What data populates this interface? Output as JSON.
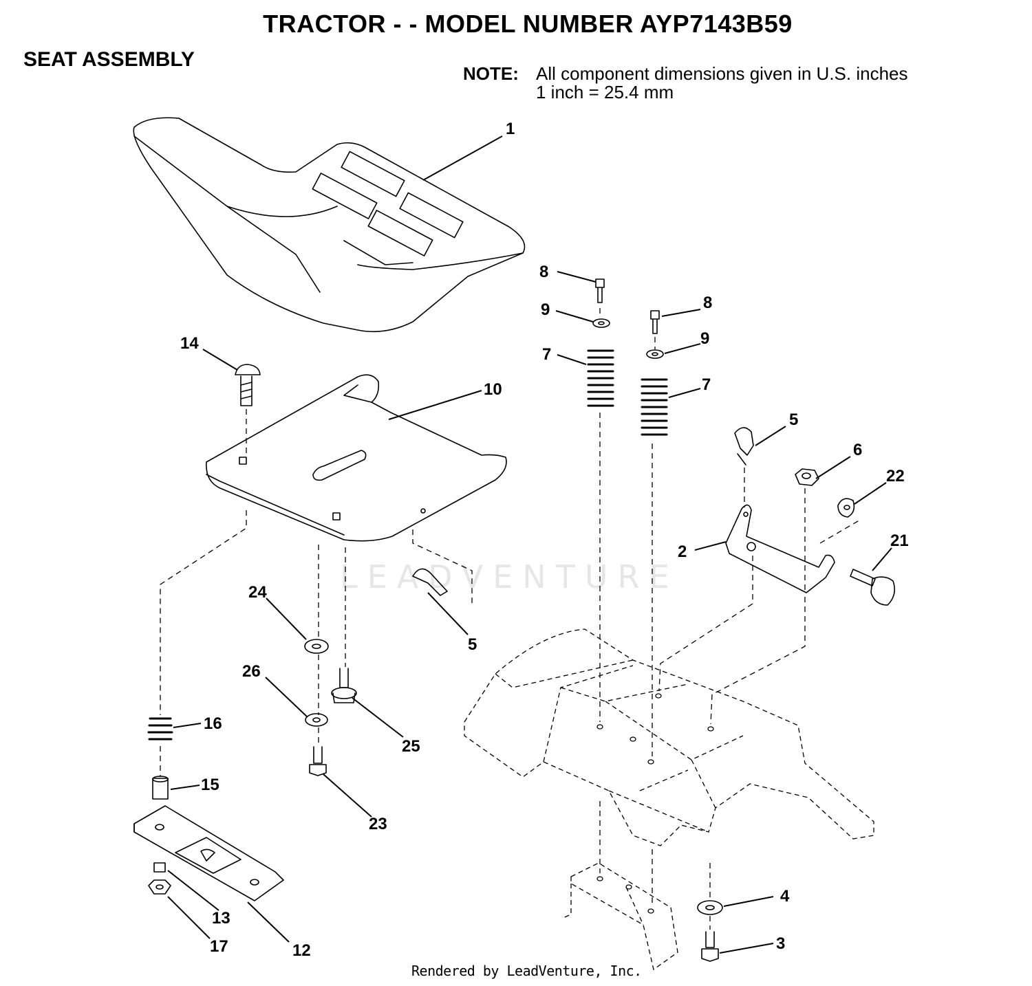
{
  "title": "TRACTOR - - MODEL NUMBER AYP7143B59",
  "subtitle": "SEAT ASSEMBLY",
  "note": {
    "label": "NOTE:",
    "line1": "All component dimensions given in U.S. inches",
    "line2": "1 inch = 25.4 mm"
  },
  "watermark": "LEADVENTURE",
  "footer": "Rendered by LeadVenture, Inc.",
  "callouts": {
    "c1": "1",
    "c2": "2",
    "c3": "3",
    "c4": "4",
    "c5a": "5",
    "c5b": "5",
    "c6": "6",
    "c7a": "7",
    "c7b": "7",
    "c8a": "8",
    "c8b": "8",
    "c9a": "9",
    "c9b": "9",
    "c10": "10",
    "c12": "12",
    "c13": "13",
    "c14": "14",
    "c15": "15",
    "c16": "16",
    "c17": "17",
    "c21": "21",
    "c22": "22",
    "c23": "23",
    "c24": "24",
    "c25": "25",
    "c26": "26"
  }
}
